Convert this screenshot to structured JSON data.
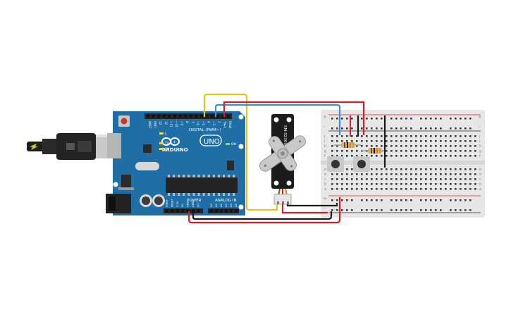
{
  "arduino": {
    "brand": "ARDUINO",
    "model": "UNO",
    "header_digital": "DIGITAL (PWM~)",
    "header_power": "POWER",
    "header_analog": "ANALOG IN",
    "led_l": "L",
    "led_tx": "TX",
    "led_rx": "RX",
    "led_on": "ON",
    "digital_pins": [
      "AREF",
      "GND",
      "13",
      "12",
      "~11",
      "~10",
      "~9",
      "8",
      "7",
      "~6",
      "~5",
      "4",
      "~3",
      "2",
      "TX▸1",
      "RX◂0"
    ],
    "power_pins": [
      "IOREF",
      "RESET",
      "3.3V",
      "5V",
      "GND",
      "GND",
      "Vin"
    ],
    "analog_pins": [
      "A0",
      "A1",
      "A2",
      "A3",
      "A4",
      "A5"
    ]
  },
  "servo": {
    "label": "SM-S2309S"
  },
  "breadboard": {
    "row_letters_top": [
      "j",
      "i",
      "h",
      "g",
      "f"
    ],
    "row_letters_bottom": [
      "e",
      "d",
      "c",
      "b",
      "a"
    ],
    "rail_plus": "+",
    "rail_minus": "-"
  },
  "colors": {
    "board": "#1f6fa6",
    "wire_red": "#d42020",
    "wire_black": "#1a1a1a",
    "wire_yellow": "#e8c421",
    "wire_blue": "#3d8fcf",
    "breadboard": "#e7e7e7"
  }
}
